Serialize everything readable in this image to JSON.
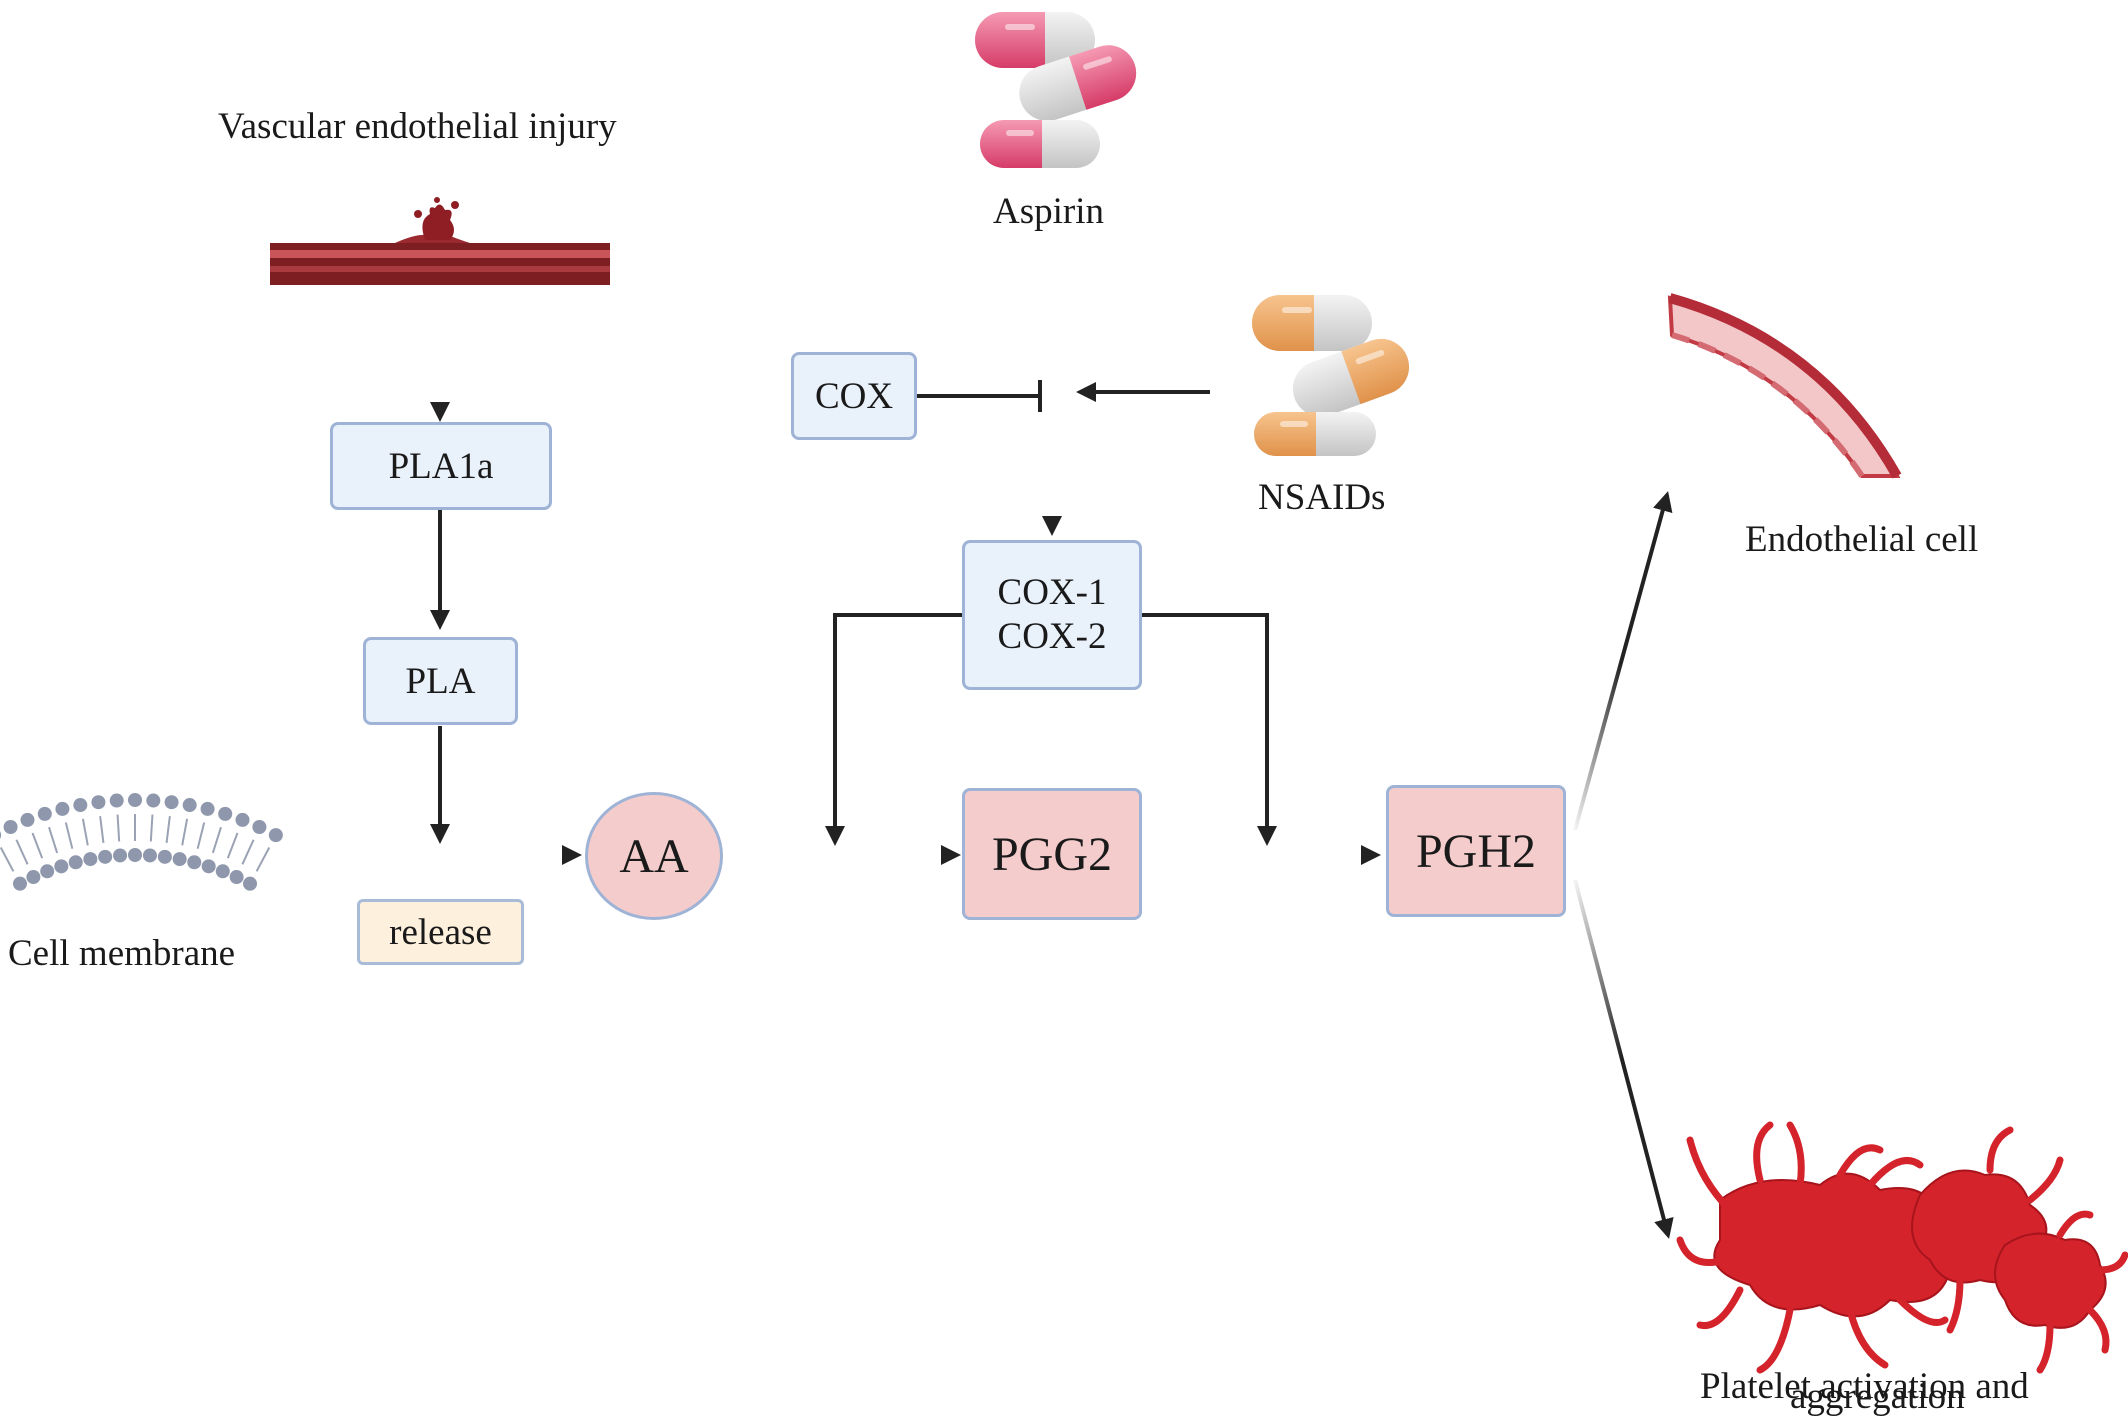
{
  "labels": {
    "injury": "Vascular endothelial injury",
    "aspirin": "Aspirin",
    "nsaids": "NSAIDs",
    "endothelial_cell": "Endothelial cell",
    "cell_membrane": "Cell membrane",
    "platelet_line1": "Platelet activation and",
    "platelet_line2": "aggregation"
  },
  "nodes": {
    "pla1a": "PLA1a",
    "pla": "PLA",
    "release": "release",
    "cox": "COX",
    "cox1": "COX-1",
    "cox2": "COX-2",
    "aa": "AA",
    "pgg2": "PGG2",
    "pgh2": "PGH2"
  },
  "colors": {
    "blue_fill": "#e9f1fb",
    "pink_fill": "#f4cccc",
    "cream_fill": "#fdf0dc",
    "node_border": "#9fb3d6",
    "arrow": "#222222",
    "aspirin_pill": "#e0517a",
    "nsaid_pill": "#e8a35f",
    "blood": "#b8333c",
    "platelet": "#d4232b"
  },
  "icons": [
    "vessel-injury-icon",
    "aspirin-capsules-icon",
    "nsaid-capsules-icon",
    "endothelial-vessel-icon",
    "cell-membrane-icon",
    "platelet-cluster-icon"
  ]
}
